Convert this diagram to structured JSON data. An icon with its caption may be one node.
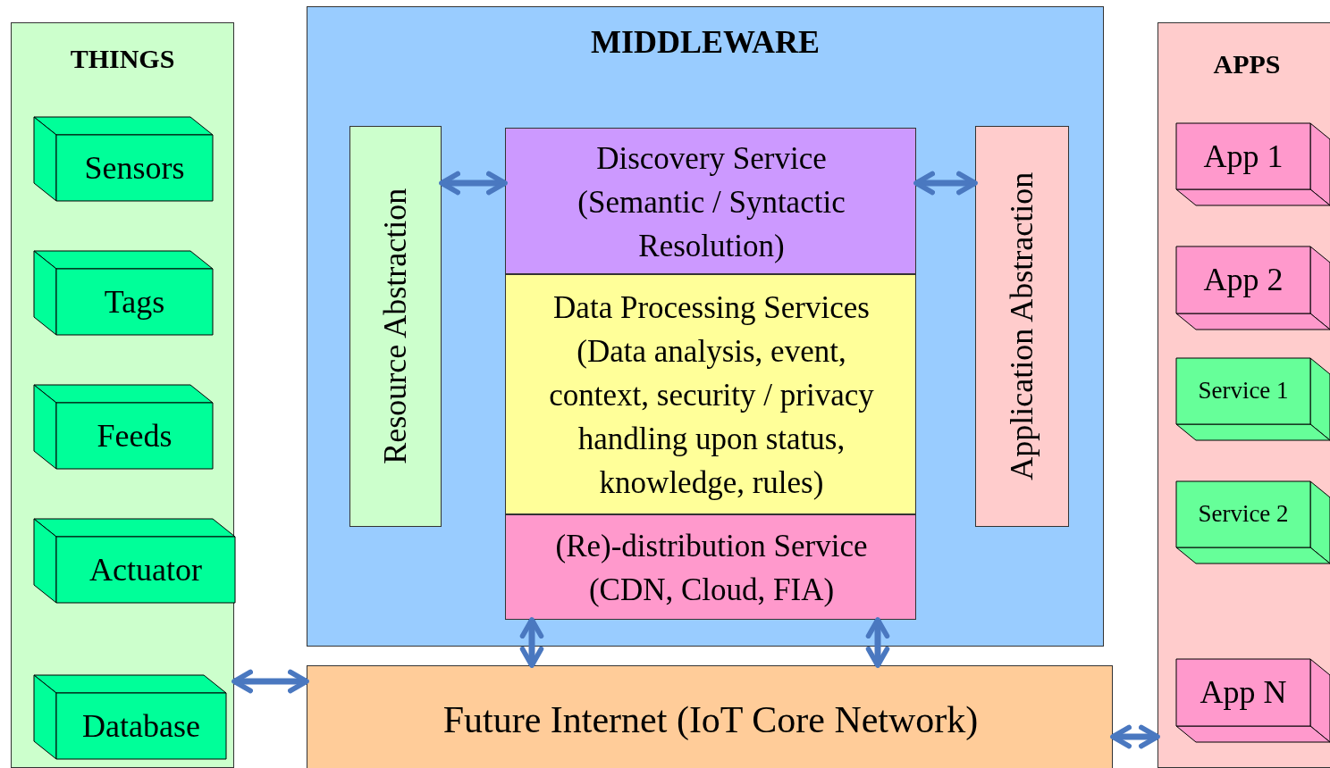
{
  "diagram": {
    "nodes": [
      {
        "text": [
          "THINGS"
        ]
      },
      {
        "text": [
          "Sensors"
        ],
        "in": 0
      },
      {
        "text": [
          "Tags"
        ],
        "in": 0
      },
      {
        "text": [
          "Feeds"
        ],
        "in": 0
      },
      {
        "text": [
          "Actuator"
        ],
        "in": 0
      },
      {
        "text": [
          "Database"
        ],
        "in": 0
      },
      {
        "text": [
          "MIDDLEWARE"
        ]
      },
      {
        "text": [
          "Resource Abstraction"
        ],
        "in": 6
      },
      {
        "text": [
          "Discovery Service (Semantic / Syntactic Resolution)"
        ],
        "in": 6
      },
      {
        "text": [
          "Data Processing Services (Data analysis, event, context, security / privacy handling upon status, knowledge, rules)"
        ],
        "in": 6
      },
      {
        "text": [
          "(Re)-distribution Service (CDN, Cloud, FIA)"
        ],
        "in": 6
      },
      {
        "text": [
          "Application Abstraction"
        ],
        "in": 6
      },
      {
        "text": [
          "APPS"
        ]
      },
      {
        "text": [
          "App 1"
        ],
        "in": 12
      },
      {
        "text": [
          "App 2"
        ],
        "in": 12
      },
      {
        "text": [
          "Service 1"
        ],
        "in": 12
      },
      {
        "text": [
          "Service 2"
        ],
        "in": 12
      },
      {
        "text": [
          "App N"
        ],
        "in": 12
      },
      {
        "text": [
          "Future Internet (IoT Core Network)"
        ]
      }
    ],
    "edges": [
      {
        "from": 7,
        "to": 8,
        "arrow": "both"
      },
      {
        "from": 8,
        "to": 11,
        "arrow": "both"
      },
      {
        "from": 10,
        "to": 18,
        "arrow": "both"
      },
      {
        "from": 10,
        "to": 18,
        "arrow": "both"
      },
      {
        "from": 0,
        "to": 18,
        "arrow": "both"
      },
      {
        "from": 18,
        "to": 12,
        "arrow": "both"
      }
    ]
  }
}
